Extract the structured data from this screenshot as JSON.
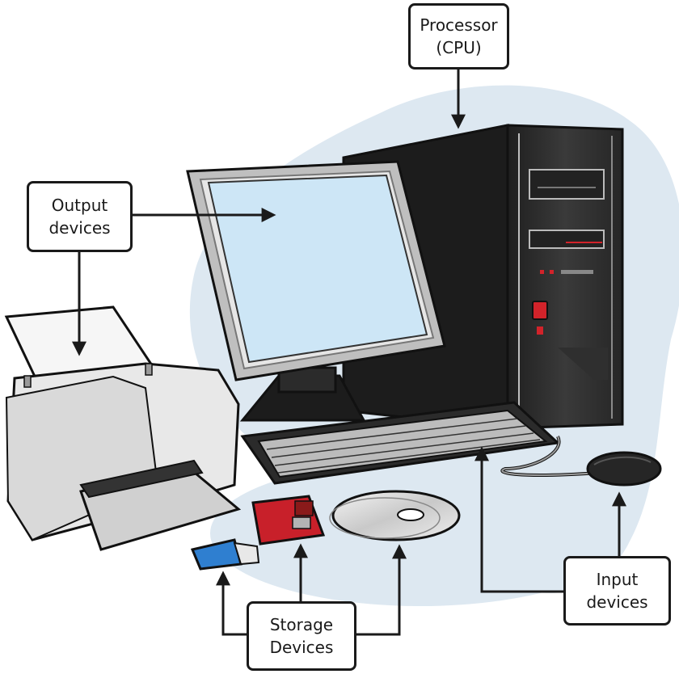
{
  "labels": {
    "processor": {
      "line1": "Processor",
      "line2": "(CPU)"
    },
    "output": {
      "line1": "Output",
      "line2": "devices"
    },
    "input": {
      "line1": "Input",
      "line2": "devices"
    },
    "storage": {
      "line1": "Storage",
      "line2": "Devices"
    }
  },
  "icons": [
    "computer-tower-icon",
    "monitor-icon",
    "printer-icon",
    "keyboard-icon",
    "mouse-icon",
    "usb-drive-icon",
    "floppy-disk-icon",
    "optical-disc-icon"
  ],
  "colors": {
    "background_blob": "#dde8f1",
    "screen": "#cde6f6",
    "tower": "#2b2b2b",
    "floppy": "#c8202a",
    "usb": "#2f7fd0",
    "power_button": "#d2232a",
    "outline": "#1a1a1a"
  }
}
